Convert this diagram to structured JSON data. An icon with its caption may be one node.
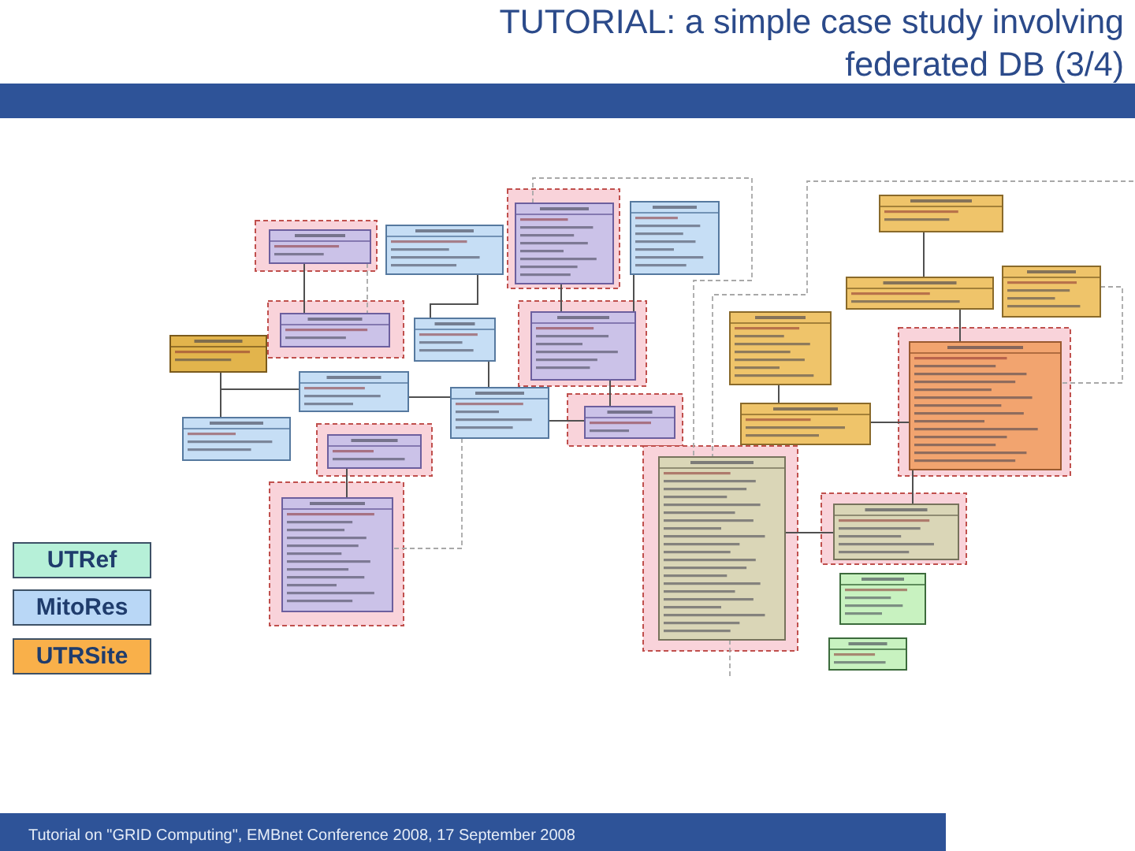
{
  "diagram": {
    "title": "TUTORIAL: a simple case study involving federated DB (3/4)",
    "caption": "Tutorial on \"GRID Computing\", EMBnet Conference 2008, 17 September 2008",
    "nodes": [
      {
        "text": [],
        "shape": "picture"
      }
    ],
    "legend": [
      {
        "text": "UTRef",
        "color": "#b6f0d8"
      },
      {
        "text": "MitoRes",
        "color": "#b9d7f6"
      },
      {
        "text": "UTRSite",
        "color": "#f9b04a"
      }
    ]
  }
}
